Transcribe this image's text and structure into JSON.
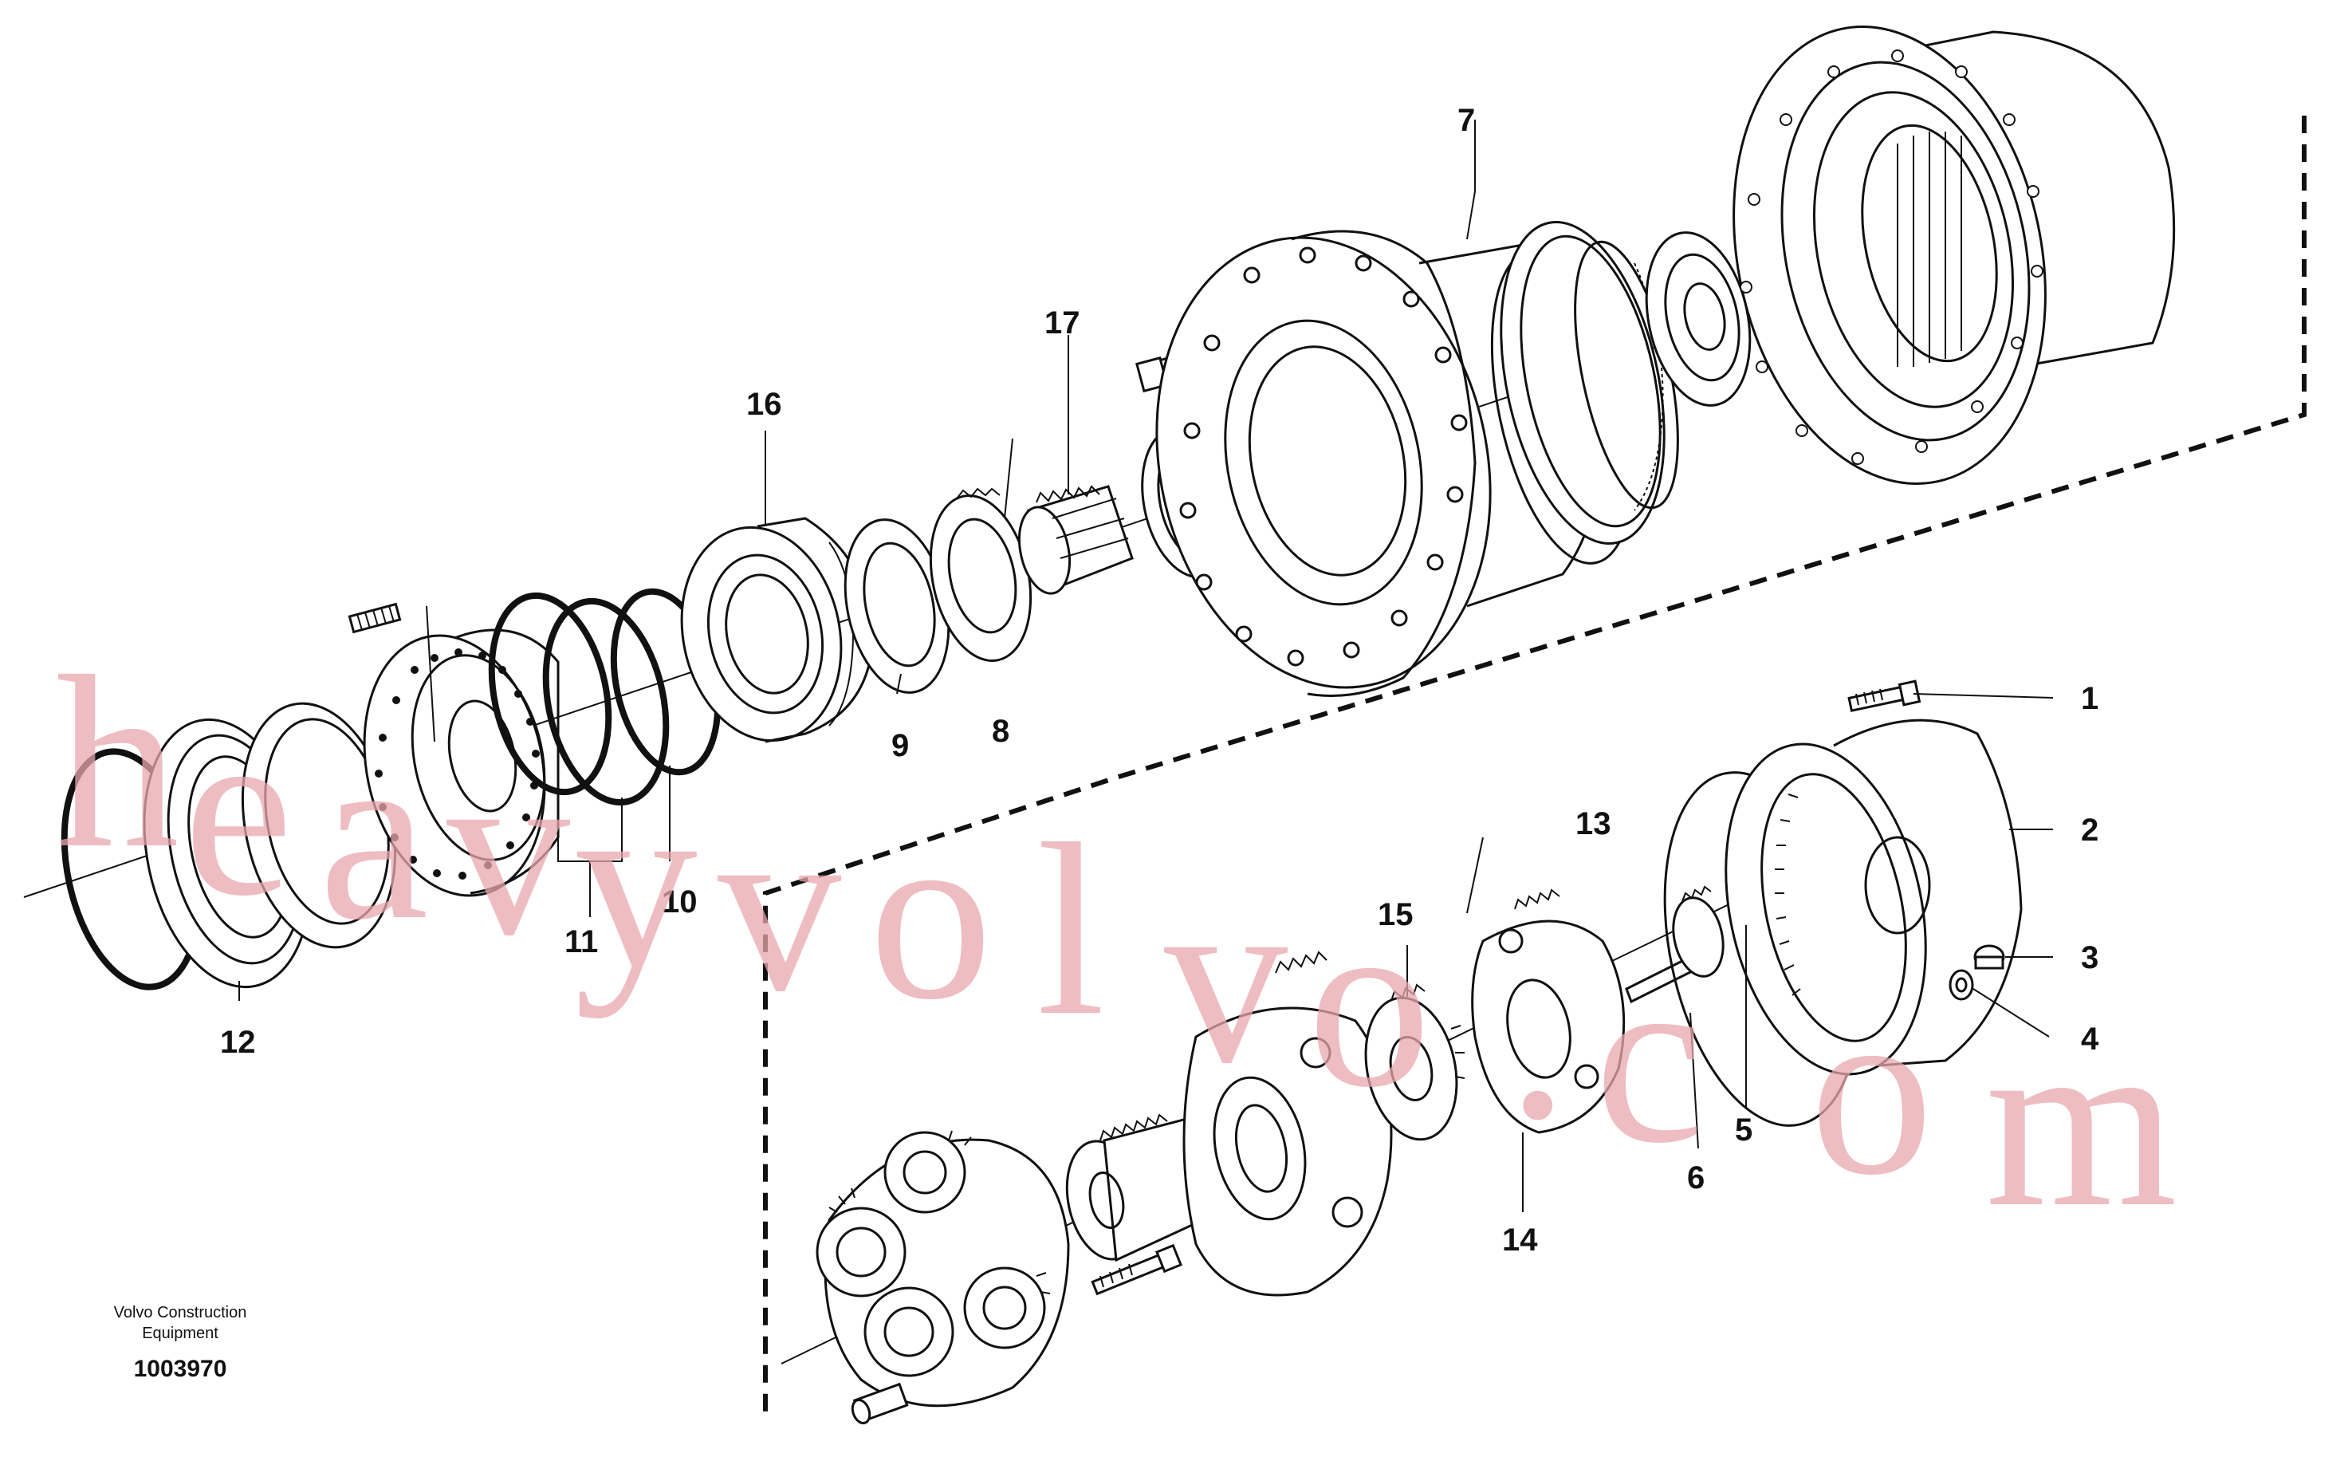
{
  "watermark": {
    "letters": [
      "h",
      "e",
      "a",
      "v",
      "y",
      "v",
      "o",
      "l",
      "v",
      "o",
      ".",
      "c",
      "o",
      "m"
    ],
    "color": "#e8a7ad"
  },
  "credit": {
    "line1": "Volvo Construction",
    "line2": "Equipment",
    "doc_number": "1003970"
  },
  "callouts": [
    "1",
    "2",
    "3",
    "4",
    "5",
    "6",
    "7",
    "8",
    "9",
    "10",
    "11",
    "12",
    "13",
    "14",
    "15",
    "16",
    "17"
  ],
  "icons": [
    "exploded-assembly-drawing"
  ]
}
